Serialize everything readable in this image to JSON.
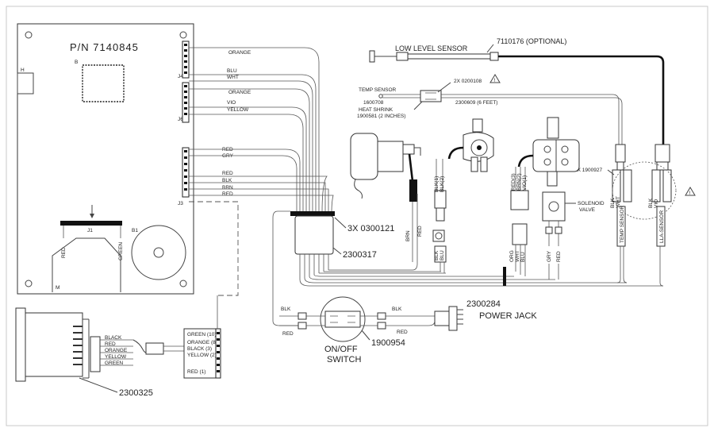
{
  "board": {
    "part_number": "P/N 7140845",
    "small_h": "H",
    "small_b": "B",
    "small_j4": "J4",
    "small_j6": "J6",
    "small_j3": "J3",
    "small_b1": "B1",
    "small_j1": "J1",
    "small_m": "M"
  },
  "terminals": {
    "top": [
      "ORANGE",
      "BLU",
      "WHT"
    ],
    "mid": [
      "ORANGE",
      "VIO",
      "YELLOW"
    ],
    "j3": [
      "RED",
      "GRY",
      "RED",
      "BLK",
      "BRN",
      "RED"
    ]
  },
  "j1": {
    "left": "RED",
    "right": "GREEN"
  },
  "sensors": {
    "low_level": "LOW LEVEL SENSOR",
    "low_level_pn": "7110176 (OPTIONAL)",
    "temp_sensor": "TEMP SENSOR",
    "temp_sensor_pn": "1600708",
    "heat_shrink": "HEAT SHRINK",
    "heat_shrink_pn": "1900581 (2 INCHES)",
    "cable_2x": "2X 0200108",
    "cable_6ft": "2300609 (6 FEET)",
    "connector_2x": "2X 1900927",
    "temp_sensor_tag": "TEMP SENSOR",
    "lla_sensor_tag": "LLA-SENSOR",
    "blk": "BLK",
    "wht": "WHT",
    "vio": "VIO"
  },
  "harness": {
    "crimp_3x": "3X 0300121",
    "connector": "2300317"
  },
  "pump": {
    "brn": "BRN",
    "red": "RED"
  },
  "valve": {
    "label_top": [
      "BLK(1)",
      "BLK(2)"
    ],
    "label_bot": [
      "BLK",
      "BLU"
    ],
    "label_top2": [
      "RED(3)",
      "BRN(2)",
      "VIO(1)"
    ],
    "label_bot2": [
      "ORG",
      "WHT",
      "BLU"
    ],
    "solenoid": "SOLENOID",
    "valve": "VALVE",
    "gry": "GRY",
    "red": "RED"
  },
  "switch": {
    "title": "ON/OFF",
    "title2": "SWITCH",
    "pn": "1900954",
    "blk_left": "BLK",
    "red_left": "RED",
    "blk_right": "BLK",
    "red_right": "RED"
  },
  "power": {
    "pn": "2300284",
    "label": "POWER JACK"
  },
  "display": {
    "pn": "2300325",
    "wires_left": [
      "BLACK",
      "RED",
      "ORANGE",
      "YELLOW",
      "GREEN"
    ],
    "wires_right": [
      "GREEN (10)",
      "ORANGE (8)",
      "BLACK (3)",
      "YELLOW (2)",
      "RED (1)"
    ]
  },
  "warning": "!"
}
